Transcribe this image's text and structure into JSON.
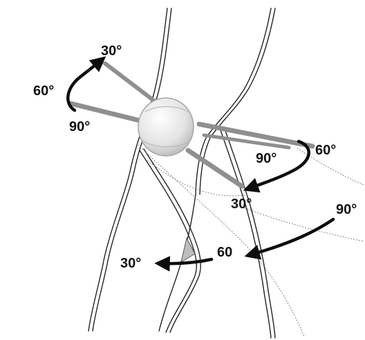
{
  "colors": {
    "outline": "#222222",
    "rod": "#8f8f8f",
    "arrow": "#0d0d0d",
    "bead_fill": "#e8e8e8",
    "bead_edge": "#a5a5a5",
    "shade": "#bdbdbd"
  },
  "labels": {
    "upper_left": {
      "a30": "30°",
      "a60": "60°",
      "a90": "90°"
    },
    "right": {
      "a90": "90°",
      "a60": "60°",
      "a30": "30°"
    },
    "lower": {
      "a90": "90°",
      "a60": "60",
      "a30": "30°"
    }
  }
}
